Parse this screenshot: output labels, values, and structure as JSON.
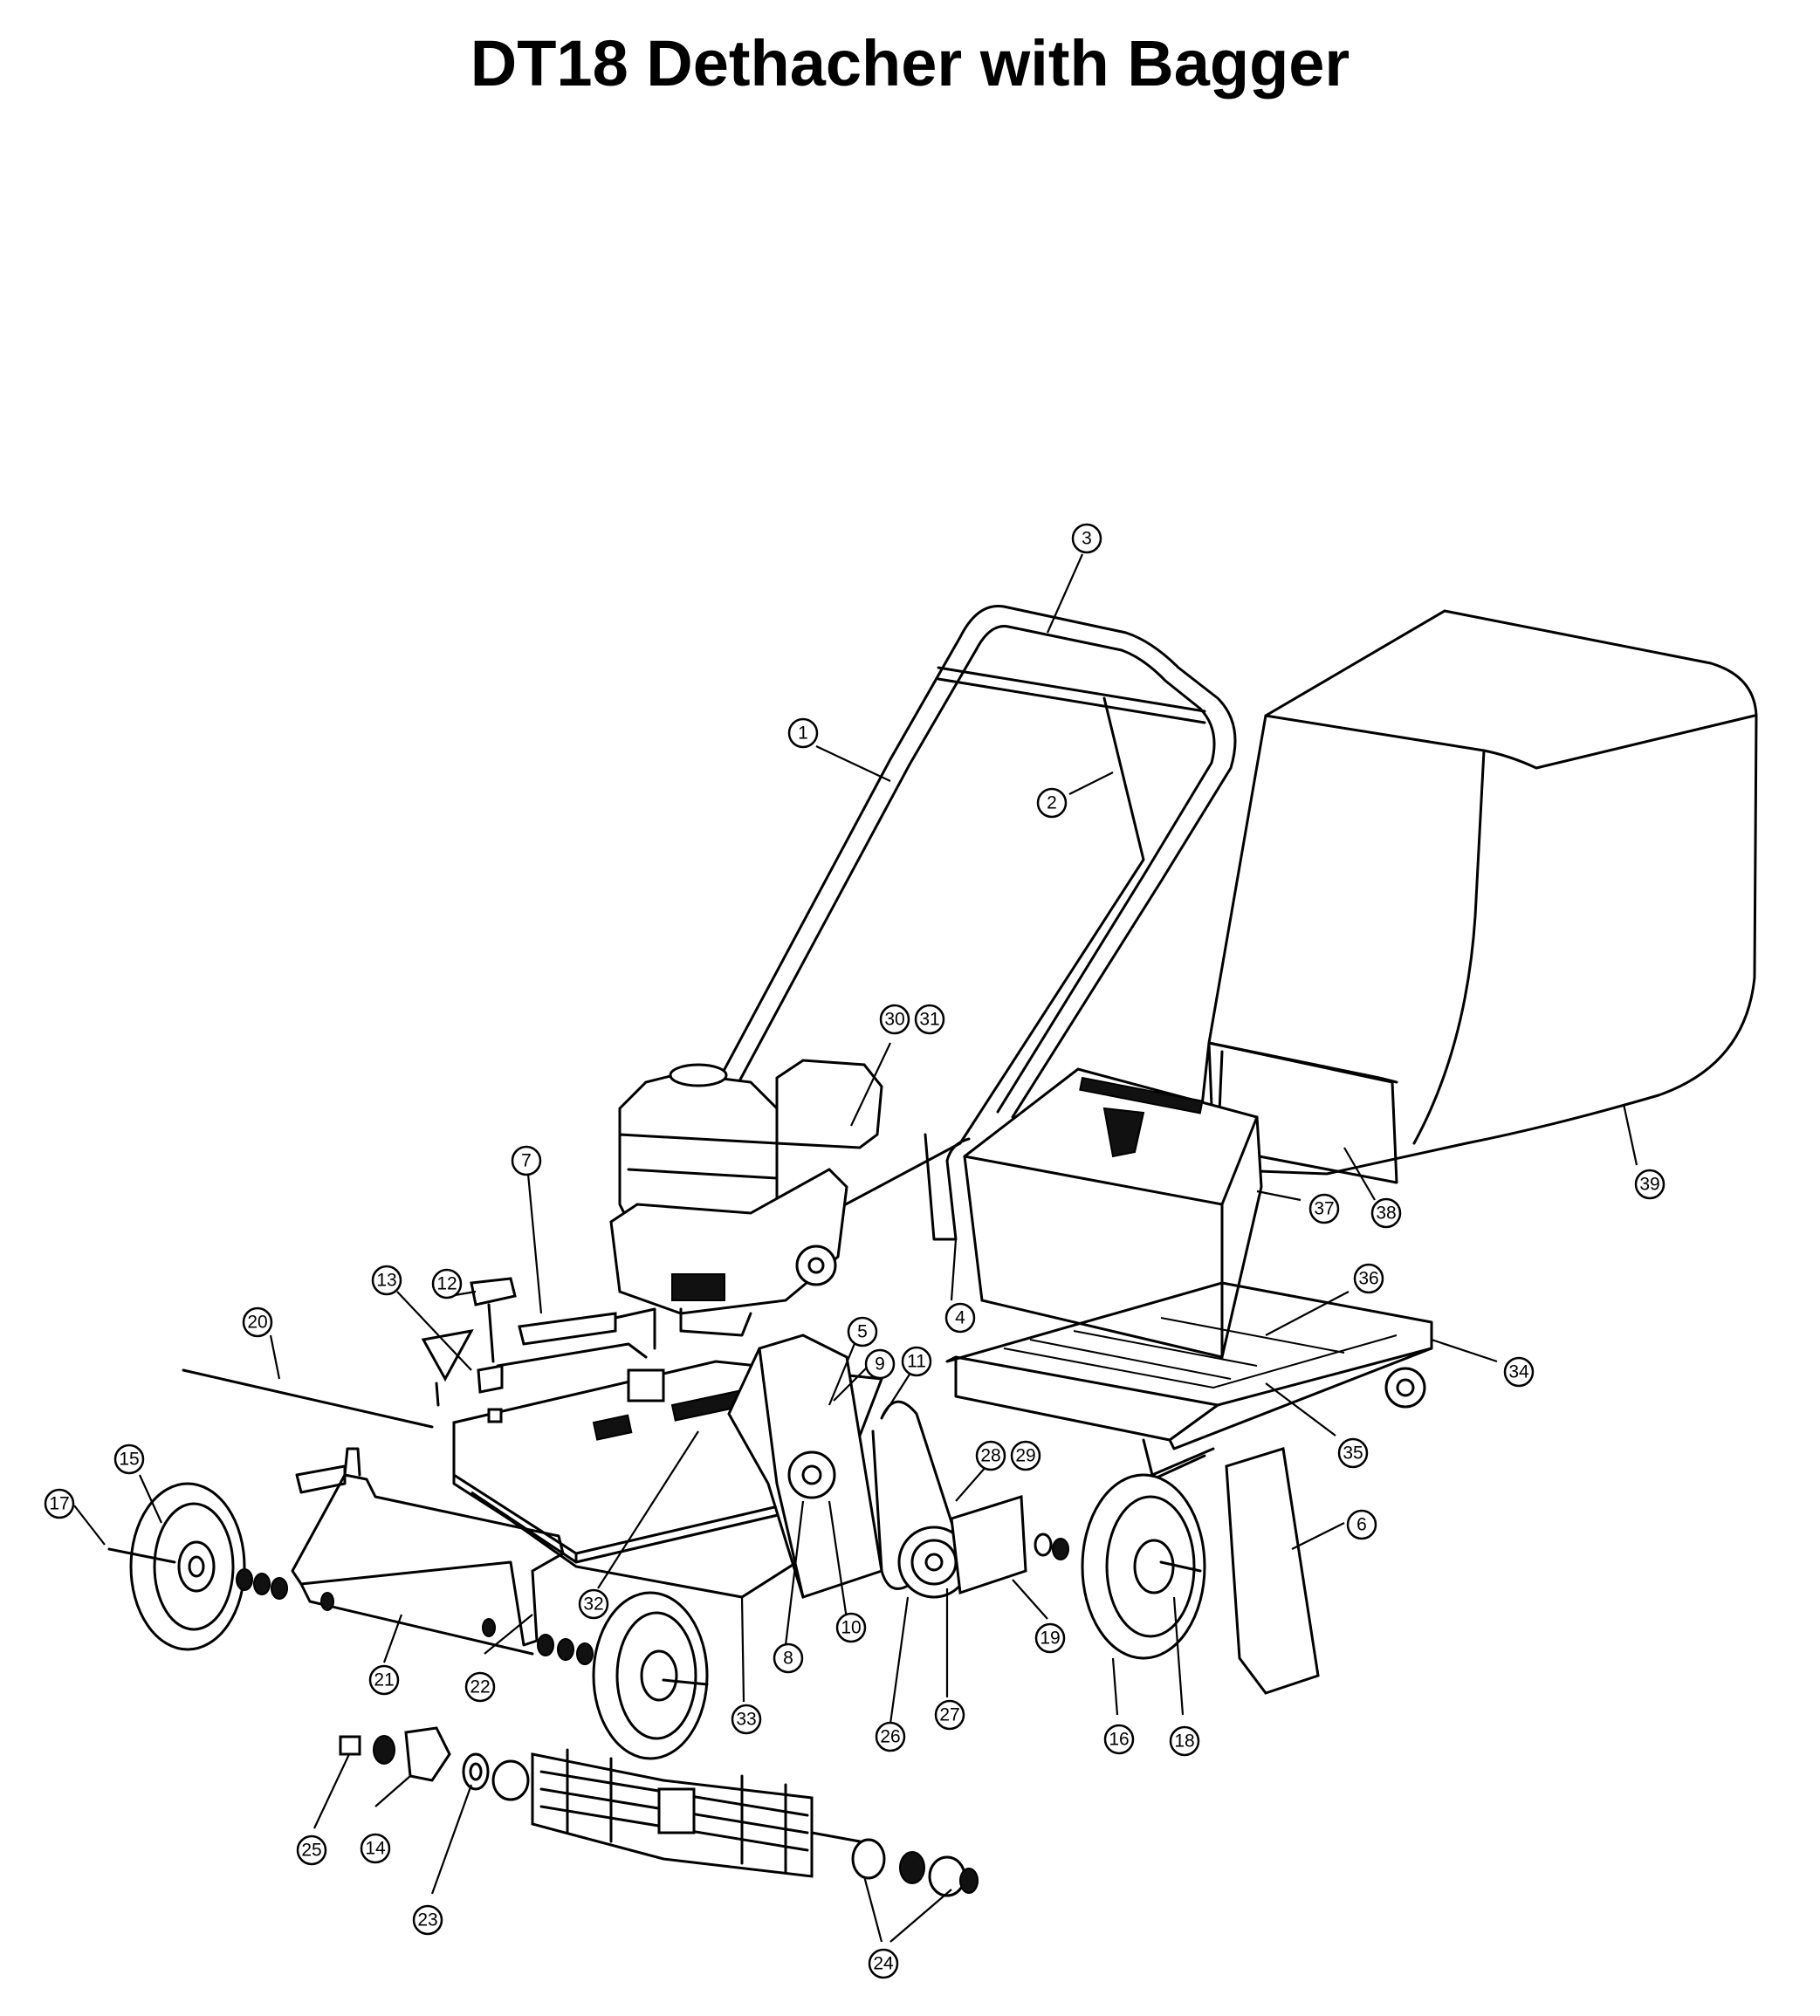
{
  "title": "DT18 Dethacher with Bagger",
  "callouts": [
    {
      "id": "c1",
      "label": "1"
    },
    {
      "id": "c2",
      "label": "2"
    },
    {
      "id": "c3",
      "label": "3"
    },
    {
      "id": "c4",
      "label": "4"
    },
    {
      "id": "c5",
      "label": "5"
    },
    {
      "id": "c6",
      "label": "6"
    },
    {
      "id": "c7",
      "label": "7"
    },
    {
      "id": "c8",
      "label": "8"
    },
    {
      "id": "c9",
      "label": "9"
    },
    {
      "id": "c10",
      "label": "10"
    },
    {
      "id": "c11",
      "label": "11"
    },
    {
      "id": "c12",
      "label": "12"
    },
    {
      "id": "c13",
      "label": "13"
    },
    {
      "id": "c14",
      "label": "14"
    },
    {
      "id": "c15",
      "label": "15"
    },
    {
      "id": "c16",
      "label": "16"
    },
    {
      "id": "c17",
      "label": "17"
    },
    {
      "id": "c18",
      "label": "18"
    },
    {
      "id": "c19",
      "label": "19"
    },
    {
      "id": "c20",
      "label": "20"
    },
    {
      "id": "c21",
      "label": "21"
    },
    {
      "id": "c22",
      "label": "22"
    },
    {
      "id": "c23",
      "label": "23"
    },
    {
      "id": "c24",
      "label": "24"
    },
    {
      "id": "c25",
      "label": "25"
    },
    {
      "id": "c26",
      "label": "26"
    },
    {
      "id": "c27",
      "label": "27"
    },
    {
      "id": "c28",
      "label": "28"
    },
    {
      "id": "c29",
      "label": "29"
    },
    {
      "id": "c30",
      "label": "30"
    },
    {
      "id": "c31",
      "label": "31"
    },
    {
      "id": "c32",
      "label": "32"
    },
    {
      "id": "c33",
      "label": "33"
    },
    {
      "id": "c34",
      "label": "34"
    },
    {
      "id": "c35",
      "label": "35"
    },
    {
      "id": "c36",
      "label": "36"
    },
    {
      "id": "c37",
      "label": "37"
    },
    {
      "id": "c38",
      "label": "38"
    },
    {
      "id": "c39",
      "label": "39"
    }
  ]
}
